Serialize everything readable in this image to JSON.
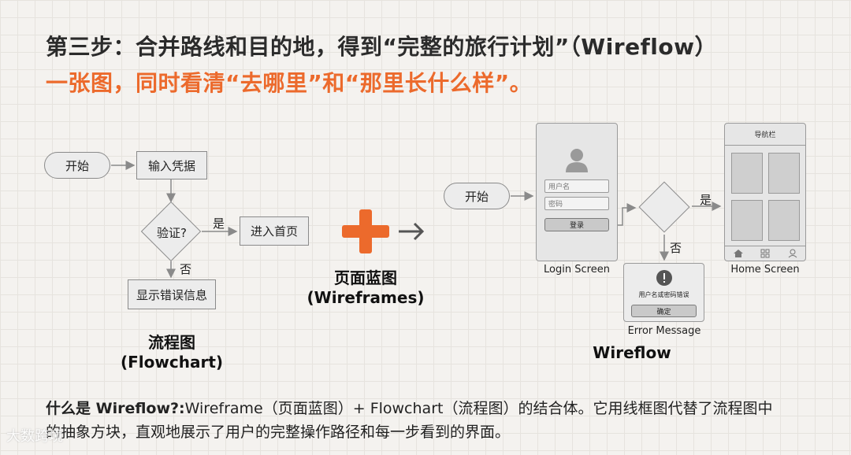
{
  "heading": {
    "line1": "第三步：合并路线和目的地，得到“完整的旅行计划”（Wireflow）",
    "line2": "一张图，同时看清“去哪里”和“那里长什么样”。"
  },
  "flowchart": {
    "start": "开始",
    "input": "输入凭据",
    "decision": "验证?",
    "yes": "是",
    "no": "否",
    "home": "进入首页",
    "error": "显示错误信息",
    "caption_cn": "流程图",
    "caption_en": "(Flowchart)"
  },
  "wireframes": {
    "caption_cn": "页面蓝图",
    "caption_en": "(Wireframes)"
  },
  "wireflow": {
    "start": "开始",
    "login": {
      "username_placeholder": "用户名",
      "password_placeholder": "密码",
      "login_button": "登录",
      "caption": "Login Screen"
    },
    "yes": "是",
    "no": "否",
    "home": {
      "nav_title": "导航栏",
      "caption": "Home Screen"
    },
    "error": {
      "message": "用户名或密码错误",
      "confirm_button": "确定",
      "caption": "Error Message"
    },
    "caption": "Wireflow",
    "colors": {
      "plus": "#ec6a2c",
      "arrow": "#555555"
    }
  },
  "definition": {
    "term": "什么是 Wireflow?:",
    "line1": "Wireframe（页面蓝图）+ Flowchart（流程图）的结合体。它用线框图代替了流程图中",
    "line2": "的抽象方块，直观地展示了用户的完整操作路径和每一步看到的界面。"
  },
  "watermark": "大数跨境"
}
